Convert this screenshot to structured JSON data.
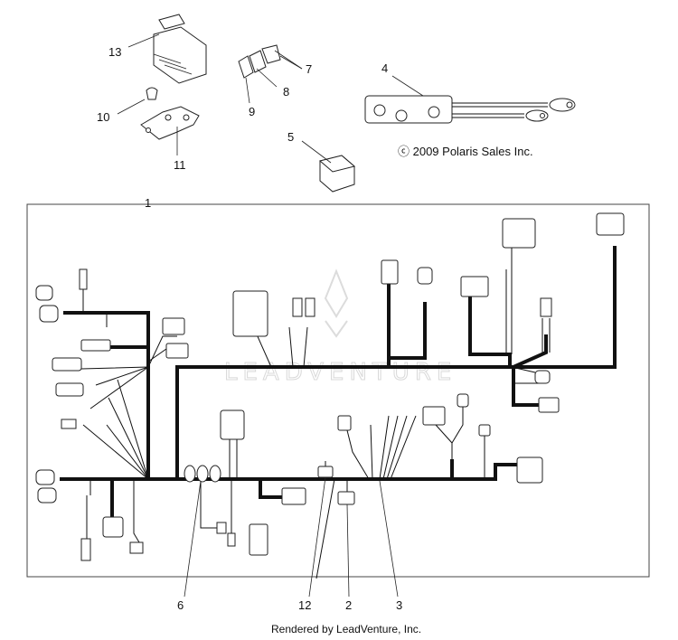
{
  "callouts": {
    "c1": "1",
    "c2": "2",
    "c3": "3",
    "c4": "4",
    "c5": "5",
    "c6": "6",
    "c7": "7",
    "c8": "8",
    "c9": "9",
    "c10": "10",
    "c11": "11",
    "c12": "12",
    "c13": "13"
  },
  "copyright": "ⓒ 2009 Polaris Sales Inc.",
  "watermark": "LEADVENTURE",
  "footer": "Rendered by LeadVenture, Inc.",
  "colors": {
    "line": "#111111",
    "frame": "#444444",
    "watermark": "#d8d8d8"
  }
}
